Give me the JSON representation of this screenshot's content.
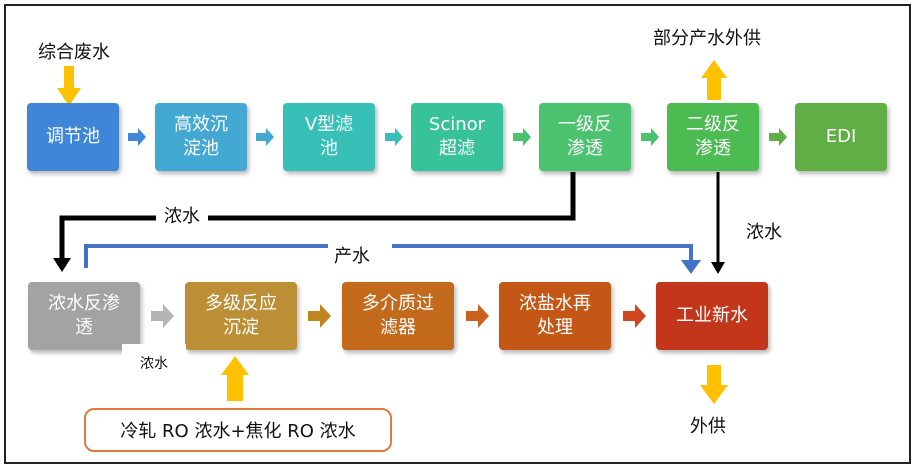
{
  "labels": {
    "feed": "综合废水",
    "partial_supply": "部分产水外供",
    "concentrate_1": "浓水",
    "concentrate_2": "浓水",
    "product_water": "产水",
    "concentrate_small": "浓水",
    "external_supply": "外供",
    "source": "冷轧 RO 浓水+焦化 RO 浓水"
  },
  "row1": [
    {
      "id": "tiaojiechi",
      "text": "调节池",
      "color": "#3f86d8"
    },
    {
      "id": "gaoxiao",
      "text": "高效沉\n淀池",
      "color": "#43a9d3"
    },
    {
      "id": "vxing",
      "text": "V型滤\n池",
      "color": "#36c0b8"
    },
    {
      "id": "scinor",
      "text": "Scinor\n超滤",
      "color": "#38c29a"
    },
    {
      "id": "yiji",
      "text": "一级反\n渗透",
      "color": "#4cc16e"
    },
    {
      "id": "erji",
      "text": "二级反\n渗透",
      "color": "#4cbb52"
    },
    {
      "id": "edi",
      "text": "EDI",
      "color": "#5fae46"
    }
  ],
  "row2": [
    {
      "id": "nongshui",
      "text": "浓水反渗\n透",
      "color": "#a3a3a3"
    },
    {
      "id": "duoji",
      "text": "多级反应\n沉淀",
      "color": "#bc8e35"
    },
    {
      "id": "duojie",
      "text": "多介质过\n滤器",
      "color": "#c46a1d"
    },
    {
      "id": "nongyan",
      "text": "浓盐水再\n处理",
      "color": "#c55716"
    },
    {
      "id": "gongye",
      "text": "工业新水",
      "color": "#c2361c"
    }
  ],
  "colors": {
    "arrow_yellow": "#ffc000",
    "concentrate_line": "#000000",
    "product_line": "#4472c4",
    "source_border": "#e07a3a"
  }
}
